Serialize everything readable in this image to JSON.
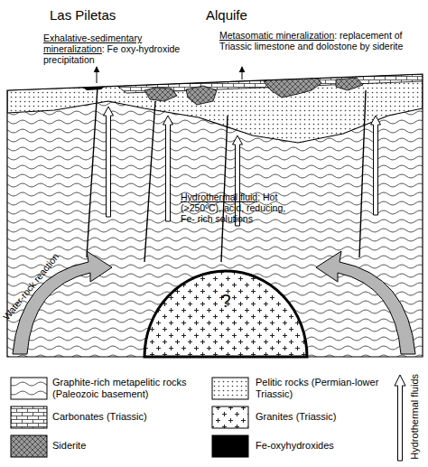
{
  "diagram": {
    "nodes": [
      {
        "text": [
          "?"
        ]
      }
    ],
    "labels": [
      "Las Piletas",
      "Alquife",
      "Exhalative-sedimentary mineralization: Fe oxy-hydroxide precipitation",
      "Metasomatic mineralization: replacement of Triassic limestone and dolostone by siderite",
      "Hydrothermal fluid: Hot (>250ºC), acid, reducing, Fe- rich solutions",
      "Water-rock reaction"
    ],
    "legend": [
      {
        "text": "Graphite-rich metapelitic rocks (Paleozoic basement)"
      },
      {
        "text": "Pelitic rocks (Permian-lower Triassic)"
      },
      {
        "text": "Carbonates (Triassic)"
      },
      {
        "text": "Granites (Triassic)"
      },
      {
        "text": "Siderite"
      },
      {
        "text": "Fe-oxyhydroxides",
        "color": "#000000"
      },
      {
        "text": "Hydrothermal fluids"
      }
    ]
  }
}
